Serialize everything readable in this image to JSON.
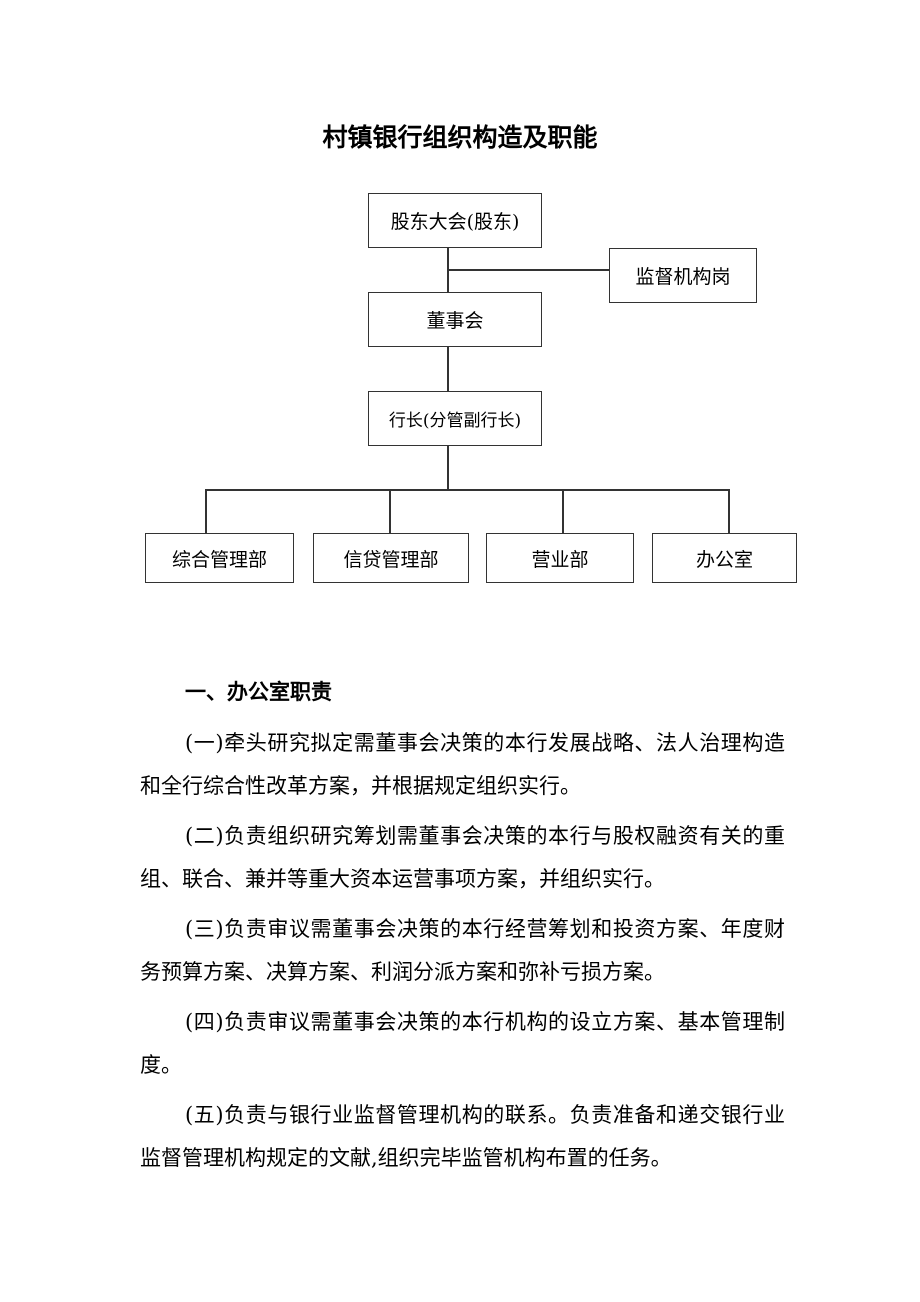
{
  "title": "村镇银行组织构造及职能",
  "org_chart": {
    "shareholders": "股东大会(股东)",
    "supervision": "监督机构岗",
    "board": "董事会",
    "president": "行长(分管副行长)",
    "departments": [
      "综合管理部",
      "信贷管理部",
      "营业部",
      "办公室"
    ]
  },
  "section_heading": "一、办公室职责",
  "paragraphs": [
    "(一)牵头研究拟定需董事会决策的本行发展战略、法人治理构造和全行综合性改革方案，并根据规定组织实行。",
    "(二)负责组织研究筹划需董事会决策的本行与股权融资有关的重组、联合、兼并等重大资本运营事项方案，并组织实行。",
    "(三)负责审议需董事会决策的本行经营筹划和投资方案、年度财务预算方案、决算方案、利润分派方案和弥补亏损方案。",
    "(四)负责审议需董事会决策的本行机构的设立方案、基本管理制度。",
    "(五)负责与银行业监督管理机构的联系。负责准备和递交银行业监督管理机构规定的文献,组织完毕监管机构布置的任务。"
  ]
}
